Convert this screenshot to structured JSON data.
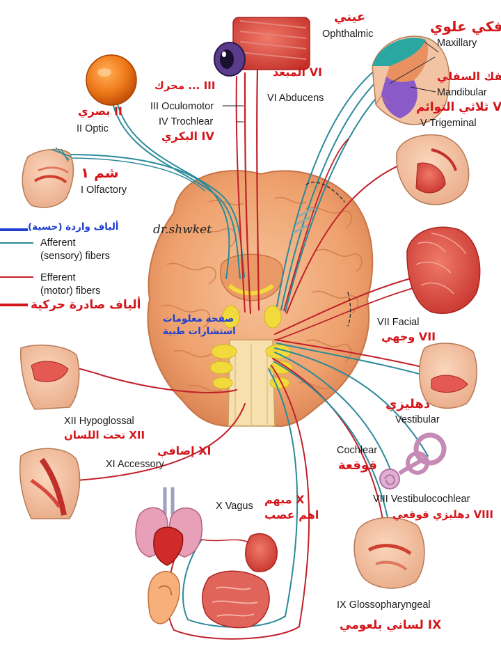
{
  "colors": {
    "afferent": "#2a8a9a",
    "efferent": "#c0202a",
    "arabic_text": "#d4161b",
    "brain": "#f0a673",
    "muscle": "#d8453a",
    "ganglion": "#f2da3c"
  },
  "icons": [
    "eyeball-icon",
    "eye-muscles-icon",
    "face-dermatomes-icon",
    "nose-icon",
    "jaw-muscles-icon",
    "face-muscles-icon",
    "mouth-icon",
    "tongue-icon",
    "neck-muscles-icon",
    "inner-ear-icon",
    "heart-lungs-icon",
    "stomach-icon",
    "intestines-icon",
    "ear-icon",
    "throat-icon"
  ],
  "watermark": "dr.shwket",
  "center_text": {
    "line1": "صفحة معلومات",
    "line2": "استشارات طبية"
  },
  "legend": {
    "afferent_ar": "ألياف واردة (حسية)",
    "afferent_en1": "Afferent",
    "afferent_en2": "(sensory) fibers",
    "efferent_en1": "Efferent",
    "efferent_en2": "(motor) fibers",
    "efferent_ar": "ألياف صادرة حركية"
  },
  "nerves": {
    "olfactory": {
      "en": "I Olfactory",
      "ar": "شم ١"
    },
    "optic": {
      "en": "II Optic",
      "ar": "بصري II"
    },
    "oculomotor": {
      "en": "III Oculomotor",
      "ar": "محرك ... III"
    },
    "trochlear": {
      "en": "IV Trochlear",
      "ar": "البكري IV"
    },
    "abducens": {
      "en": "VI Abducens",
      "ar": "المبعد VI"
    },
    "trigeminal": {
      "ophthalmic_en": "Ophthalmic",
      "ophthalmic_ar": "عيني",
      "maxillary_en": "Maxillary",
      "maxillary_ar": "فكي علوي",
      "mandibular_en": "Mandibular",
      "mandibular_ar": "الفك السفلي",
      "en": "V Trigeminal",
      "ar": "ثلاثي التوائم V"
    },
    "facial": {
      "en": "VII Facial",
      "ar": "وجهي VII"
    },
    "vestibulocochlear": {
      "vestibular_en": "Vestibular",
      "vestibular_ar": "دهليزي",
      "cochlear_en": "Cochlear",
      "cochlear_ar": "قوقعة",
      "en": "VIII Vestibulocochlear",
      "ar": "دهليزي قوقعي VIII"
    },
    "glossopharyngeal": {
      "en": "IX Glossopharyngeal",
      "ar": "لساني بلعومي IX"
    },
    "vagus": {
      "en": "X Vagus",
      "ar1": "مبهم X",
      "ar2": "اهم عصب"
    },
    "accessory": {
      "en": "XI Accessory",
      "ar": "إضافي XI"
    },
    "hypoglossal": {
      "en": "XII Hypoglossal",
      "ar": "تحت اللسان XII"
    }
  }
}
